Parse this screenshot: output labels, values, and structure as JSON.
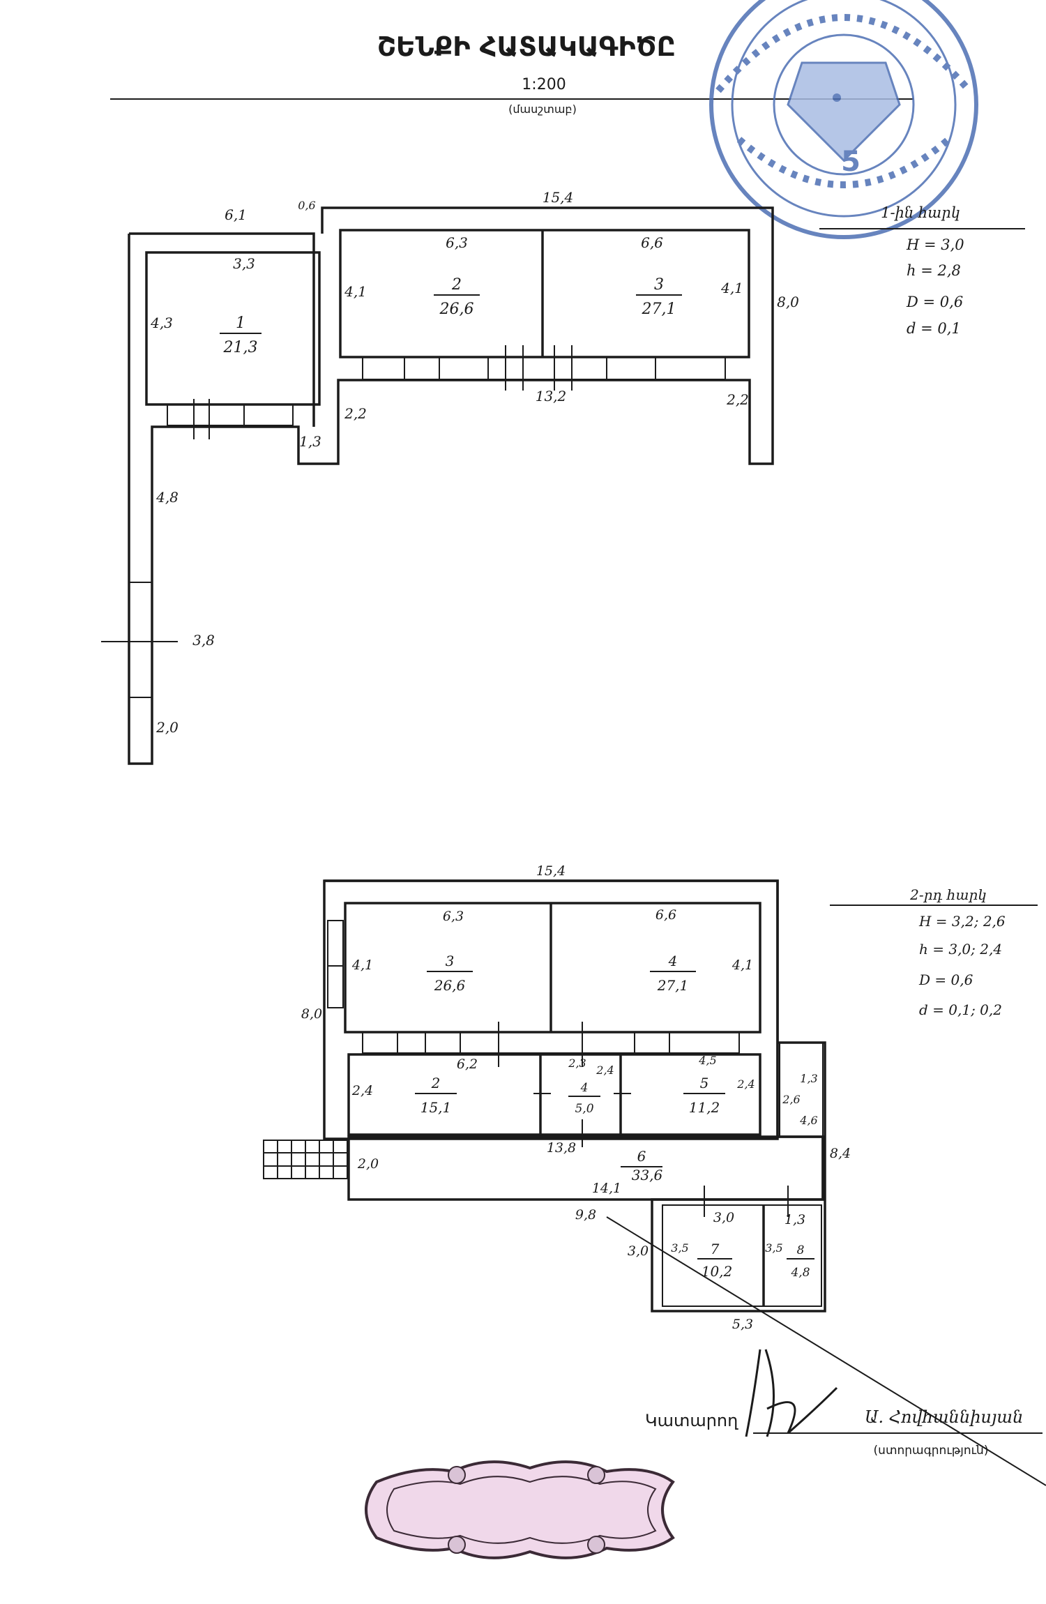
{
  "header": {
    "title": "ՇԵՆՔԻ ՀԱՏԱԿԱԳԻԾԸ",
    "scale": "1:200",
    "scale_caption": "(մասշտաբ)"
  },
  "stamp": {
    "center_number": "5",
    "color": "#4d6fb3"
  },
  "floor1": {
    "legend_title": "1-ին հարկ",
    "legend_lines": [
      "H = 3,0",
      "h = 2,8",
      "D = 0,6",
      "d = 0,1"
    ],
    "dims": {
      "top_total": "15,4",
      "top_left": "6,1",
      "top_gap": "0,6",
      "room1_w": "3,3",
      "room1_h": "4,3",
      "room2_w": "6,3",
      "room2_h": "4,1",
      "room3_w": "6,6",
      "room3_h": "4,1",
      "right_h": "8,0",
      "gallery_w": "13,2",
      "left_stub": "2,2",
      "right_stub": "2,2",
      "small_stub": "1,3",
      "corridor_len": "4,8",
      "corridor_mark": "3,8",
      "corridor_end": "2,0"
    },
    "rooms": [
      {
        "num": "1",
        "area": "21,3"
      },
      {
        "num": "2",
        "area": "26,6"
      },
      {
        "num": "3",
        "area": "27,1"
      }
    ]
  },
  "floor2": {
    "legend_title": "2-րդ հարկ",
    "legend_lines": [
      "H = 3,2; 2,6",
      "h = 3,0; 2,4",
      "D = 0,6",
      "d = 0,1; 0,2"
    ],
    "dims": {
      "top_total": "15,4",
      "room3_w": "6,3",
      "room4_w": "6,6",
      "room3_h": "4,1",
      "room4_h": "4,1",
      "left_h": "8,0",
      "room2_w": "6,2",
      "room2_h": "2,4",
      "room4s_w": "2,3",
      "room4s_h": "2,4",
      "room5_w": "4,5",
      "room5_h": "2,4",
      "right_small": "1,3",
      "right_mid": "2,6",
      "right_len": "4,6",
      "right_total": "8,4",
      "hall_w": "13,8",
      "hall_h": "2,0",
      "hall_bottom": "14,1",
      "diag": "9,8",
      "annex_h": "3,0",
      "annex_w1": "3,0",
      "annex_w2": "1,3",
      "annex_h1": "3,5",
      "annex_h2": "3,5",
      "annex_bottom": "5,3"
    },
    "rooms": [
      {
        "num": "3",
        "area": "26,6"
      },
      {
        "num": "4",
        "area": "27,1"
      },
      {
        "num": "2",
        "area": "15,1"
      },
      {
        "num": "4",
        "area": "5,0"
      },
      {
        "num": "5",
        "area": "11,2"
      },
      {
        "num": "6",
        "area": "33,6"
      },
      {
        "num": "7",
        "area": "10,2"
      },
      {
        "num": "8",
        "area": "4,8"
      }
    ]
  },
  "signature": {
    "role_label": "Կատարող",
    "name_text": "Ա. Հովհաննիսյան",
    "caption": "(ստորագրություն)"
  }
}
